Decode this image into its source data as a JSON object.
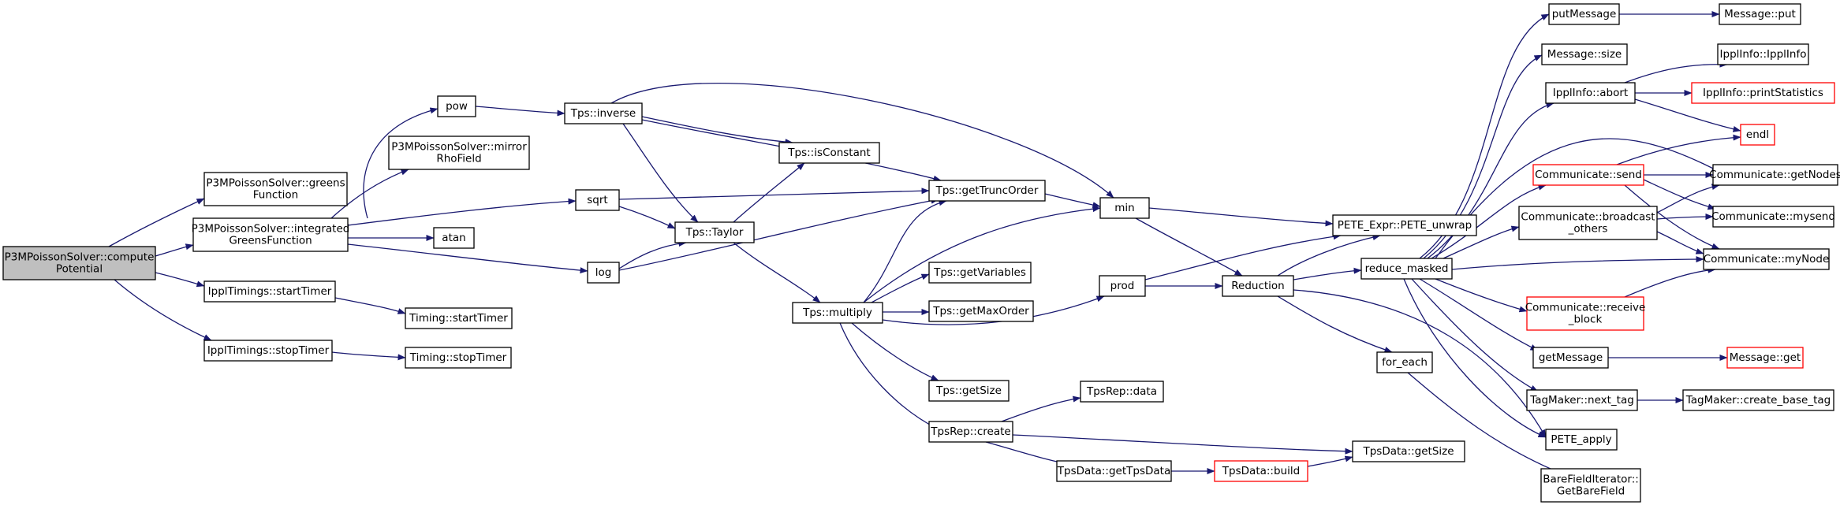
{
  "colors": {
    "edge": "#191970",
    "node_fill": "#ffffff",
    "node_border": "#000000",
    "node_border_truncated": "#ff0000",
    "root_fill": "#bfbfbf"
  },
  "nodes": [
    {
      "id": "computePotential",
      "lines": [
        "P3MPoissonSolver::compute",
        "Potential"
      ],
      "root": true
    },
    {
      "id": "greensFunction",
      "lines": [
        "P3MPoissonSolver::greens",
        "Function"
      ]
    },
    {
      "id": "integratedGreens",
      "lines": [
        "P3MPoissonSolver::integrated",
        "GreensFunction"
      ]
    },
    {
      "id": "startTimer",
      "lines": [
        "IpplTimings::startTimer"
      ]
    },
    {
      "id": "stopTimer",
      "lines": [
        "IpplTimings::stopTimer"
      ]
    },
    {
      "id": "pow",
      "lines": [
        "pow"
      ]
    },
    {
      "id": "mirrorRho",
      "lines": [
        "P3MPoissonSolver::mirror",
        "RhoField"
      ]
    },
    {
      "id": "sqrt",
      "lines": [
        "sqrt"
      ]
    },
    {
      "id": "atan",
      "lines": [
        "atan"
      ]
    },
    {
      "id": "log",
      "lines": [
        "log"
      ]
    },
    {
      "id": "timingStart",
      "lines": [
        "Timing::startTimer"
      ]
    },
    {
      "id": "timingStop",
      "lines": [
        "Timing::stopTimer"
      ]
    },
    {
      "id": "tpsInverse",
      "lines": [
        "Tps::inverse"
      ]
    },
    {
      "id": "tpsTaylor",
      "lines": [
        "Tps::Taylor"
      ]
    },
    {
      "id": "tpsMultiply",
      "lines": [
        "Tps::multiply"
      ]
    },
    {
      "id": "tpsIsConstant",
      "lines": [
        "Tps::isConstant"
      ]
    },
    {
      "id": "tpsTruncOrder",
      "lines": [
        "Tps::getTruncOrder"
      ]
    },
    {
      "id": "tpsVariables",
      "lines": [
        "Tps::getVariables"
      ]
    },
    {
      "id": "tpsMaxOrder",
      "lines": [
        "Tps::getMaxOrder"
      ]
    },
    {
      "id": "tpsSize",
      "lines": [
        "Tps::getSize"
      ]
    },
    {
      "id": "tpsRepCreate",
      "lines": [
        "TpsRep::create"
      ]
    },
    {
      "id": "tpsRepData",
      "lines": [
        "TpsRep::data"
      ]
    },
    {
      "id": "tpsDataGet",
      "lines": [
        "TpsData::getTpsData"
      ]
    },
    {
      "id": "tpsDataBuild",
      "lines": [
        "TpsData::build"
      ],
      "truncated": true
    },
    {
      "id": "tpsDataSize",
      "lines": [
        "TpsData::getSize"
      ]
    },
    {
      "id": "min",
      "lines": [
        "min"
      ]
    },
    {
      "id": "prod",
      "lines": [
        "prod"
      ]
    },
    {
      "id": "reduction",
      "lines": [
        "Reduction"
      ]
    },
    {
      "id": "peteUnwrap",
      "lines": [
        "PETE_Expr::PETE_unwrap"
      ]
    },
    {
      "id": "forEach",
      "lines": [
        "for_each"
      ]
    },
    {
      "id": "reduceMasked",
      "lines": [
        "reduce_masked"
      ]
    },
    {
      "id": "putMessage",
      "lines": [
        "putMessage"
      ]
    },
    {
      "id": "messageSize",
      "lines": [
        "Message::size"
      ]
    },
    {
      "id": "ipplAbort",
      "lines": [
        "IpplInfo::abort"
      ]
    },
    {
      "id": "commSend",
      "lines": [
        "Communicate::send"
      ],
      "truncated": true
    },
    {
      "id": "commBroadcast",
      "lines": [
        "Communicate::broadcast",
        "_others"
      ]
    },
    {
      "id": "commReceive",
      "lines": [
        "Communicate::receive",
        "_block"
      ],
      "truncated": true
    },
    {
      "id": "getMessage",
      "lines": [
        "getMessage"
      ]
    },
    {
      "id": "nextTag",
      "lines": [
        "TagMaker::next_tag"
      ]
    },
    {
      "id": "peteApply",
      "lines": [
        "PETE_apply"
      ]
    },
    {
      "id": "bareField",
      "lines": [
        "BareFieldIterator::",
        "GetBareField"
      ]
    },
    {
      "id": "messagePut",
      "lines": [
        "Message::put"
      ]
    },
    {
      "id": "ipplInfo",
      "lines": [
        "IpplInfo::IpplInfo"
      ]
    },
    {
      "id": "printStats",
      "lines": [
        "IpplInfo::printStatistics"
      ],
      "truncated": true
    },
    {
      "id": "endl",
      "lines": [
        "endl"
      ],
      "truncated": true
    },
    {
      "id": "getNodes",
      "lines": [
        "Communicate::getNodes"
      ]
    },
    {
      "id": "mysend",
      "lines": [
        "Communicate::mysend"
      ]
    },
    {
      "id": "myNode",
      "lines": [
        "Communicate::myNode"
      ]
    },
    {
      "id": "messageGet",
      "lines": [
        "Message::get"
      ],
      "truncated": true
    },
    {
      "id": "createBaseTag",
      "lines": [
        "TagMaker::create_base_tag"
      ]
    }
  ]
}
